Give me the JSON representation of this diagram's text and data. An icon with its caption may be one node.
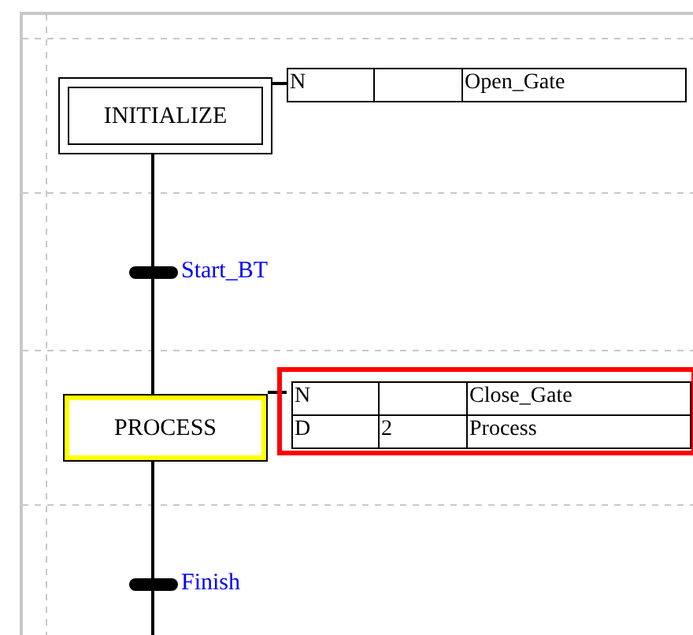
{
  "diagram": {
    "nodes": [
      {
        "text": [
          "INITIALIZE"
        ]
      },
      {
        "text": [
          "N",
          "Open_Gate"
        ]
      },
      {
        "text": [],
        "shape": "bar",
        "beside": [
          "Start_BT"
        ]
      },
      {
        "text": [
          "PROCESS"
        ]
      },
      {
        "text": [],
        "shape": "box"
      },
      {
        "text": [
          "N",
          "Close_Gate"
        ],
        "in": 4
      },
      {
        "text": [
          "D",
          "2",
          "Process"
        ],
        "in": 4
      },
      {
        "text": [],
        "shape": "bar",
        "beside": [
          "Finish"
        ]
      }
    ],
    "edges": [
      {
        "from": 0,
        "to": 1,
        "arrow": "none"
      },
      {
        "from": 0,
        "to": 2,
        "arrow": "none"
      },
      {
        "from": 2,
        "to": 3,
        "arrow": "none"
      },
      {
        "from": 3,
        "to": 5,
        "arrow": "none"
      },
      {
        "from": 3,
        "to": 7,
        "arrow": "none"
      },
      {
        "from": 7,
        "to": null,
        "arrow": "none"
      }
    ]
  }
}
